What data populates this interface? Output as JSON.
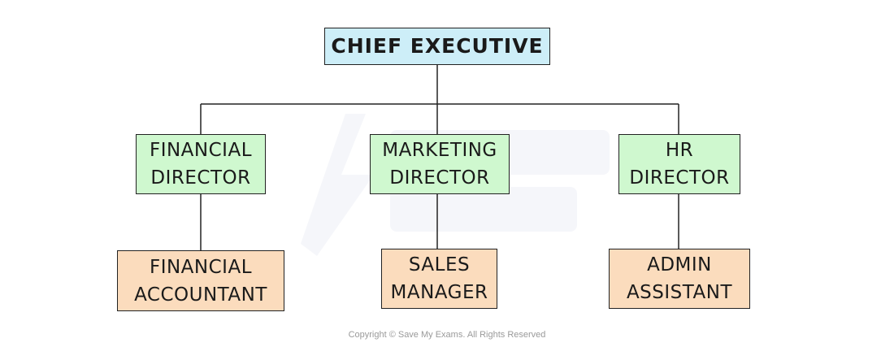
{
  "colors": {
    "top_fill": "#cdeef8",
    "middle_fill": "#cff8cf",
    "bottom_fill": "#fbdcbd",
    "border": "#222222",
    "connector": "#222222"
  },
  "org_chart": {
    "root": {
      "lines": [
        "CHIEF EXECUTIVE"
      ]
    },
    "directors": [
      {
        "lines": [
          "FINANCIAL",
          "DIRECTOR"
        ]
      },
      {
        "lines": [
          "MARKETING",
          "DIRECTOR"
        ]
      },
      {
        "lines": [
          "HR",
          "DIRECTOR"
        ]
      }
    ],
    "staff": [
      {
        "lines": [
          "FINANCIAL",
          "ACCOUNTANT"
        ]
      },
      {
        "lines": [
          "SALES",
          "MANAGER"
        ]
      },
      {
        "lines": [
          "ADMIN",
          "ASSISTANT"
        ]
      }
    ]
  },
  "footer": {
    "copyright": "Copyright © Save My Exams. All Rights Reserved"
  },
  "watermark": {
    "logo": "Save My Exams"
  }
}
